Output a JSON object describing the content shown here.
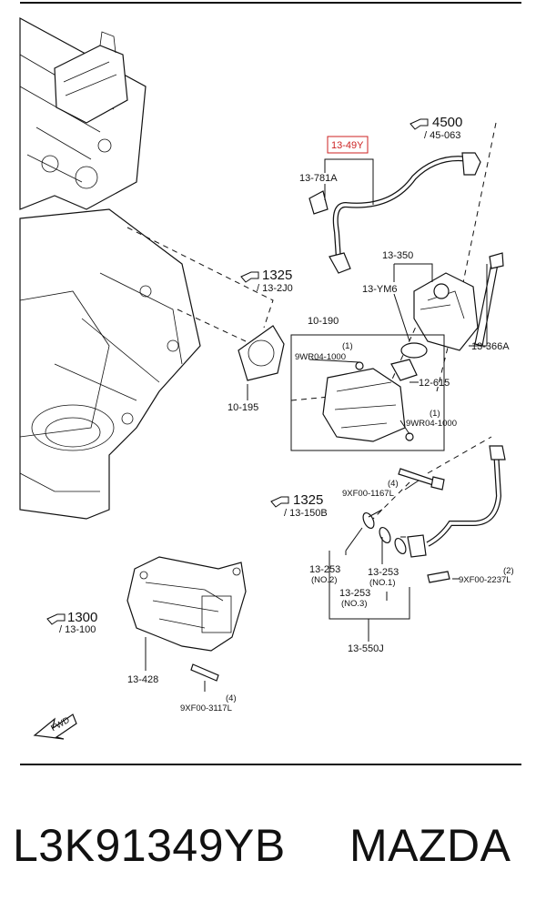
{
  "diagram": {
    "highlight_label": "13-49Y",
    "labels": {
      "p13_781A": "13-781A",
      "p4500": "4500",
      "p45_063": "/ 45-063",
      "p1325_a": "1325",
      "p13_2J0": "/ 13-2J0",
      "p13_350": "13-350",
      "p13_YM6": "13-YM6",
      "p13_366A": "13-366A",
      "p10_190": "10-190",
      "qty1a": "(1)",
      "p9WR04_a": "9WR04-1000",
      "p12_615": "12-615",
      "qty1b": "(1)",
      "p9WR04_b": "9WR04-1000",
      "p10_195": "10-195",
      "qty4a": "(4)",
      "p9XF00_1167L": "9XF00-1167L",
      "p1325_b": "1325",
      "p13_150B": "/ 13-150B",
      "p13_253_no2": "13-253",
      "no2": "(NO.2)",
      "p13_253_no1": "13-253",
      "no1": "(NO.1)",
      "p13_253_no3": "13-253",
      "no3": "(NO.3)",
      "qty2": "(2)",
      "p9XF00_2237L": "9XF00-2237L",
      "p13_550J": "13-550J",
      "p1300": "1300",
      "p13_100": "/ 13-100",
      "p13_428": "13-428",
      "qty4b": "(4)",
      "p9XF00_3117L": "9XF00-3117L",
      "fwd": "FWD"
    }
  },
  "caption": {
    "part_number": "L3K91349YB",
    "brand": "MAZDA"
  }
}
